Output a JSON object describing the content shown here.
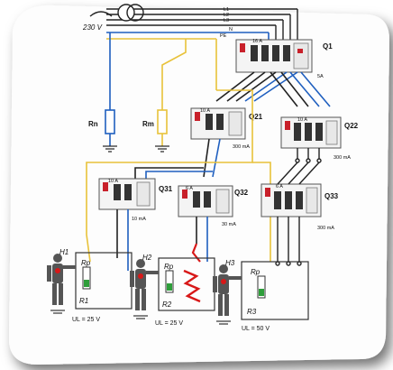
{
  "supply": {
    "voltage": "230 V",
    "conductors": [
      "PE",
      "N",
      "L3",
      "L2",
      "L1"
    ]
  },
  "resistors": {
    "earth": "Rn",
    "neutral": "Rm"
  },
  "breakers": {
    "q1": {
      "name": "Q1",
      "rating": "16 A",
      "sens": "5A"
    },
    "q21": {
      "name": "Q21",
      "rating": "10 A",
      "sens": "300 mA"
    },
    "q22": {
      "name": "Q22",
      "rating": "10 A",
      "sens": "300 mA"
    },
    "q31": {
      "name": "Q31",
      "rating": "10 A",
      "sens": "10 mA"
    },
    "q32": {
      "name": "Q32",
      "rating": "6 A",
      "sens": "30 mA"
    },
    "q33": {
      "name": "Q33",
      "rating": "6 A",
      "sens": "300 mA"
    }
  },
  "loads": [
    {
      "person": "H1",
      "resistor": "R1",
      "rp": "Rp",
      "voltage": "UL = 25 V"
    },
    {
      "person": "H2",
      "resistor": "R2",
      "rp": "Rp",
      "voltage": "UL = 25 V"
    },
    {
      "person": "H3",
      "resistor": "R3",
      "rp": "Rp",
      "voltage": "UL = 50 V"
    }
  ],
  "colors": {
    "blue": "#1f5fbf",
    "yellow": "#e8c23a",
    "red": "#d81818",
    "dark": "#222222",
    "green": "#2e9e3a",
    "breaker_red": "#c8202a"
  }
}
